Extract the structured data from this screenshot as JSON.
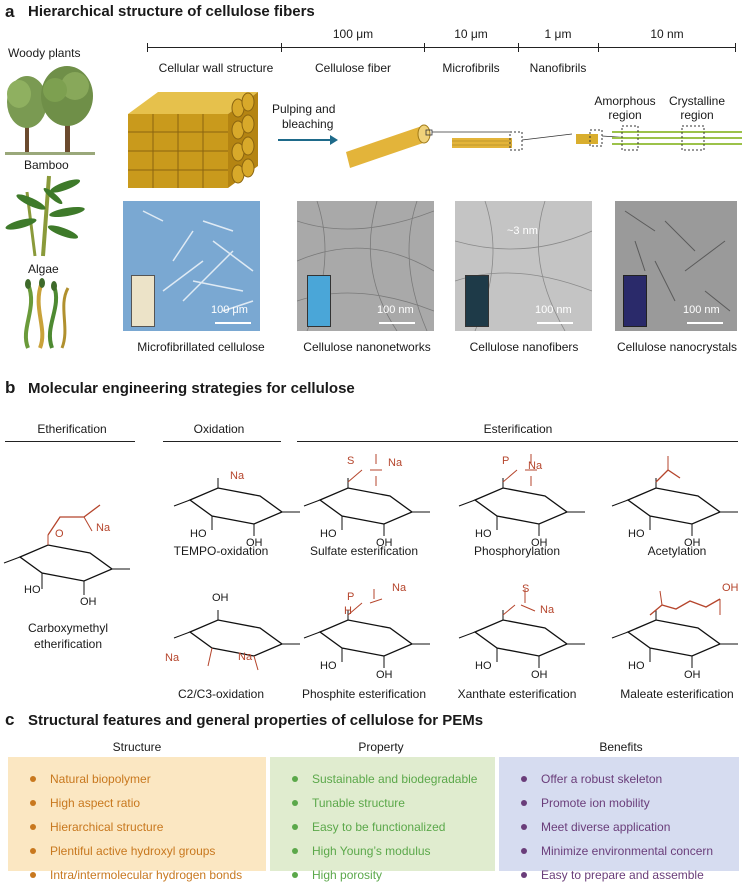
{
  "panel_a": {
    "letter": "a",
    "title": "Hierarchical structure of cellulose fibers",
    "sources": [
      "Woody plants",
      "Bamboo",
      "Algae"
    ],
    "scale_labels": [
      "100 μm",
      "10 μm",
      "1 μm",
      "10 nm"
    ],
    "level_labels": [
      "Cellular wall structure",
      "Cellulose fiber",
      "Microfibrils",
      "Nanofibrils"
    ],
    "process_label_1": "Pulping and",
    "process_label_2": "bleaching",
    "amorphous_1": "Amorphous",
    "amorphous_2": "region",
    "crystalline_1": "Crystalline",
    "crystalline_2": "region",
    "images": [
      {
        "caption": "Microfibrillated cellulose",
        "scale": "100 μm"
      },
      {
        "caption": "Cellulose nanonetworks",
        "scale": "100 nm"
      },
      {
        "caption": "Cellulose nanofibers",
        "scale": "100 nm",
        "annotation": "~3 nm"
      },
      {
        "caption": "Cellulose nanocrystals",
        "scale": "100 nm"
      }
    ]
  },
  "panel_b": {
    "letter": "b",
    "title": "Molecular engineering strategies for cellulose",
    "headers": [
      "Etherification",
      "Oxidation",
      "Esterification"
    ],
    "reactions": [
      "Carboxymethyl",
      "etherification",
      "TEMPO-oxidation",
      "C2/C3-oxidation",
      "Sulfate esterification",
      "Phosphite esterification",
      "Phosphorylation",
      "Xanthate esterification",
      "Acetylation",
      "Maleate esterification"
    ],
    "atoms": {
      "ho": "HO",
      "oh": "OH",
      "o": "O",
      "na": "Na",
      "s": "S",
      "p": "P",
      "h": "H",
      "minus": "−",
      "plus": "+"
    }
  },
  "panel_c": {
    "letter": "c",
    "title": "Structural features and general properties of cellulose for PEMs",
    "columns": [
      {
        "header": "Structure",
        "color": "#c8781e",
        "bg": "#fbe7c2",
        "items": [
          "Natural biopolymer",
          "High aspect ratio",
          "Hierarchical structure",
          "Plentiful active hydroxyl groups",
          "Intra/intermolecular hydrogen bonds"
        ]
      },
      {
        "header": "Property",
        "color": "#5ba84a",
        "bg": "#e0eccf",
        "items": [
          "Sustainable and biodegradable",
          "Tunable structure",
          "Easy to be functionalized",
          "High Young’s modulus",
          "High porosity"
        ]
      },
      {
        "header": "Benefits",
        "color": "#6a3d7a",
        "bg": "#d6dcf0",
        "items": [
          "Offer a robust skeleton",
          "Promote ion mobility",
          "Meet diverse application",
          "Minimize environmental concern",
          "Easy to prepare and assemble"
        ]
      }
    ]
  },
  "colors": {
    "substituent": "#b5452c",
    "fiber": "#d9ae2e",
    "green_fibril": "#9cc24a",
    "photo_blue": "#6e9cc8"
  }
}
